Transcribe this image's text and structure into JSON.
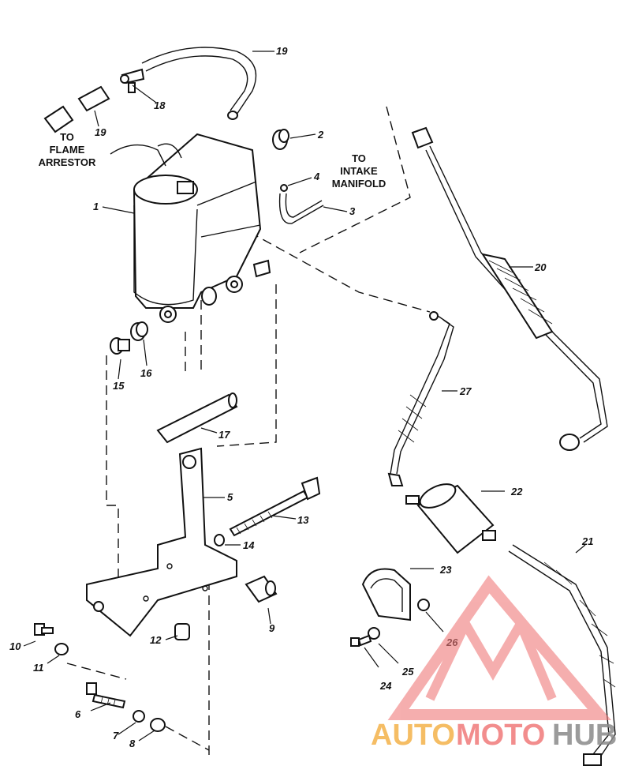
{
  "notes": {
    "to_flame_line1": "TO",
    "to_flame_line2": "FLAME",
    "to_flame_line3": "ARRESTOR",
    "to_intake_line1": "TO",
    "to_intake_line2": "INTAKE",
    "to_intake_line3": "MANIFOLD"
  },
  "callouts": [
    "1",
    "2",
    "3",
    "4",
    "5",
    "6",
    "7",
    "8",
    "9",
    "10",
    "11",
    "12",
    "13",
    "14",
    "15",
    "16",
    "17",
    "18",
    "19",
    "19",
    "20",
    "21",
    "22",
    "23",
    "24",
    "25",
    "26",
    "27"
  ],
  "watermark": {
    "part1": "AUTO",
    "part2": "MOTO",
    "part3": "HUB",
    "color1": "#f4b24a",
    "color2": "#f07a7a",
    "color3": "#8a8a8a",
    "logo_color": "#f07a7a"
  }
}
